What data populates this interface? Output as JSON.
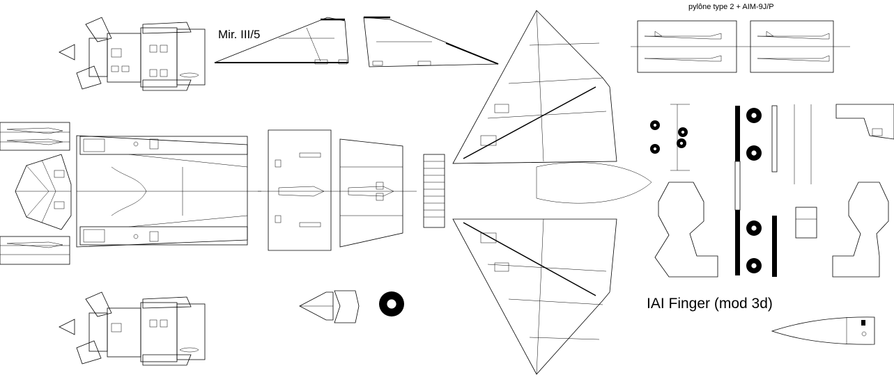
{
  "sheet": {
    "labels": {
      "model_title": "Mir. III/5",
      "pylon_title": "pylône type 2 + AIM-9J/P",
      "finger_title": "IAI Finger (mod 3d)"
    },
    "colors": {
      "line": "#000000",
      "paper": "#ffffff"
    }
  }
}
